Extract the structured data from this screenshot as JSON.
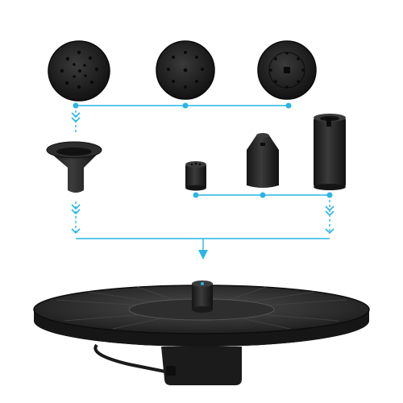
{
  "product": {
    "nozzle_discs": [
      "spray-plate-1",
      "spray-plate-2",
      "spray-plate-3"
    ],
    "funnel_nozzle": "funnel-nozzle",
    "extension_nozzles": [
      "short-nozzle",
      "cone-nozzle",
      "tall-tube-nozzle"
    ],
    "fountain_base": "solar-fountain-pump"
  },
  "colors": {
    "accent": "#29b6e6",
    "part": "#1f1f1f",
    "base": "#202020",
    "background": "#ffffff"
  }
}
